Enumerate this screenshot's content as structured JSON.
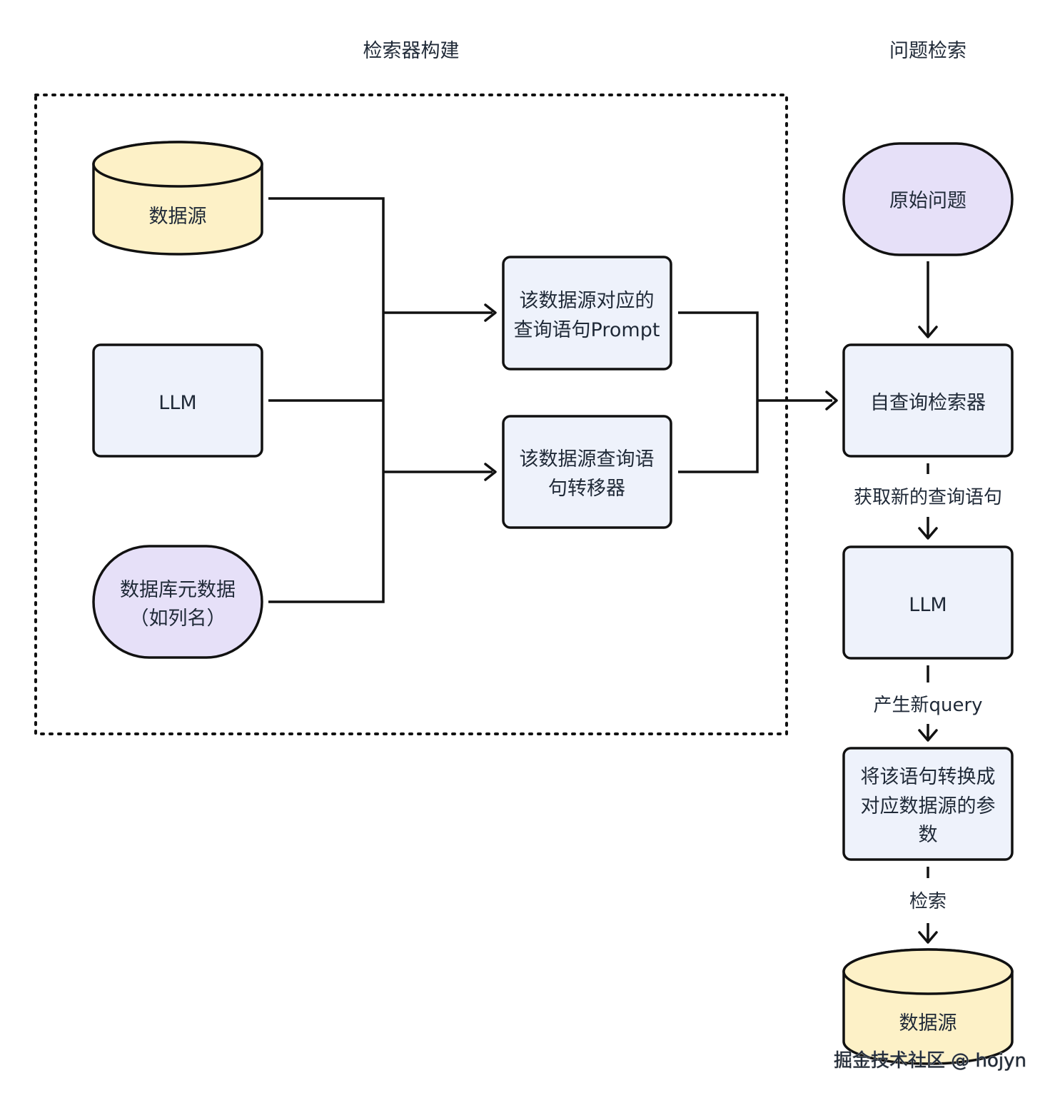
{
  "sections": {
    "left_title": "检索器构建",
    "right_title": "问题检索"
  },
  "colors": {
    "datasource_fill": "#fdf1c7",
    "process_fill": "#eef2fb",
    "terminal_fill": "#e6e0f8",
    "stroke": "#111111"
  },
  "nodes": {
    "datasource_left": {
      "lines": [
        "数据源"
      ],
      "shape": "cylinder",
      "icon": "database-icon"
    },
    "llm_left": {
      "lines": [
        "LLM"
      ],
      "shape": "rounded-rect"
    },
    "metadata": {
      "lines": [
        "数据库元数据",
        "（如列名）"
      ],
      "shape": "stadium"
    },
    "prompt": {
      "lines": [
        "该数据源对应的",
        "查询语句Prompt"
      ],
      "shape": "rounded-rect"
    },
    "translator": {
      "lines": [
        "该数据源查询语",
        "句转移器"
      ],
      "shape": "rounded-rect"
    },
    "question": {
      "lines": [
        "原始问题"
      ],
      "shape": "stadium"
    },
    "retriever": {
      "lines": [
        "自查询检索器"
      ],
      "shape": "rounded-rect"
    },
    "llm_right": {
      "lines": [
        "LLM"
      ],
      "shape": "rounded-rect"
    },
    "convert": {
      "lines": [
        "将该语句转换成",
        "对应数据源的参",
        "数"
      ],
      "shape": "rounded-rect"
    },
    "datasource_right": {
      "lines": [
        "数据源"
      ],
      "shape": "cylinder",
      "icon": "database-icon"
    }
  },
  "edge_labels": {
    "retriever_to_llm": "获取新的查询语句",
    "llm_to_convert": "产生新query",
    "convert_to_datasource": "检索"
  },
  "watermark": "掘金技术社区 @ hojyn"
}
